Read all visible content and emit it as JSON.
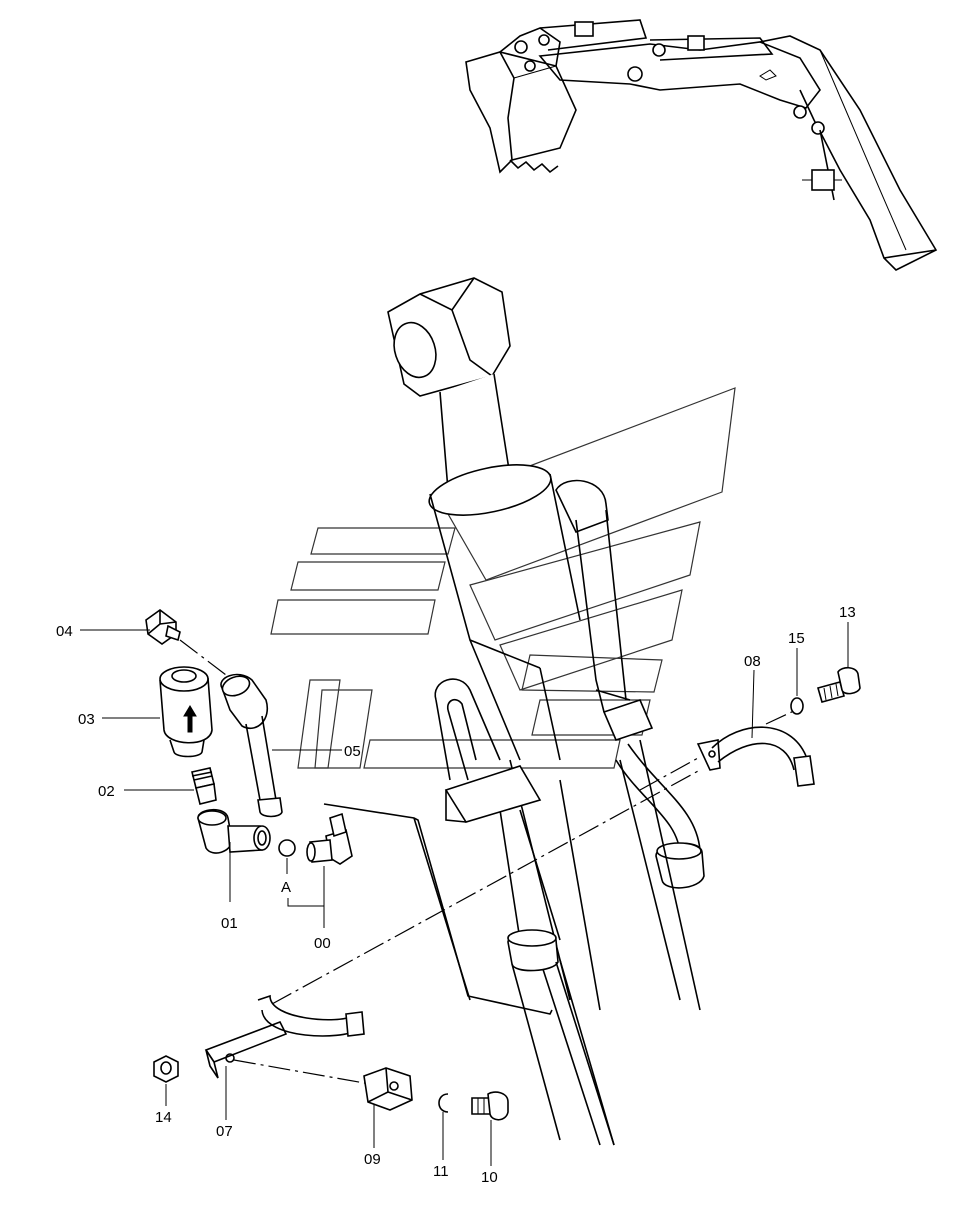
{
  "callouts": {
    "p00": "00",
    "p01": "01",
    "p02": "02",
    "p03": "03",
    "p04": "04",
    "p05": "05",
    "p07": "07",
    "p08": "08",
    "p09": "09",
    "p10": "10",
    "p11": "11",
    "p13": "13",
    "p14": "14",
    "p15": "15",
    "section_a": "A"
  },
  "icons": {
    "overview": "excavator-boom-arm-overview",
    "cylinder": "hydraulic-cylinder",
    "watermark": "stacked-bars-logo-watermark",
    "flow_arrow": "up-arrow-icon"
  }
}
